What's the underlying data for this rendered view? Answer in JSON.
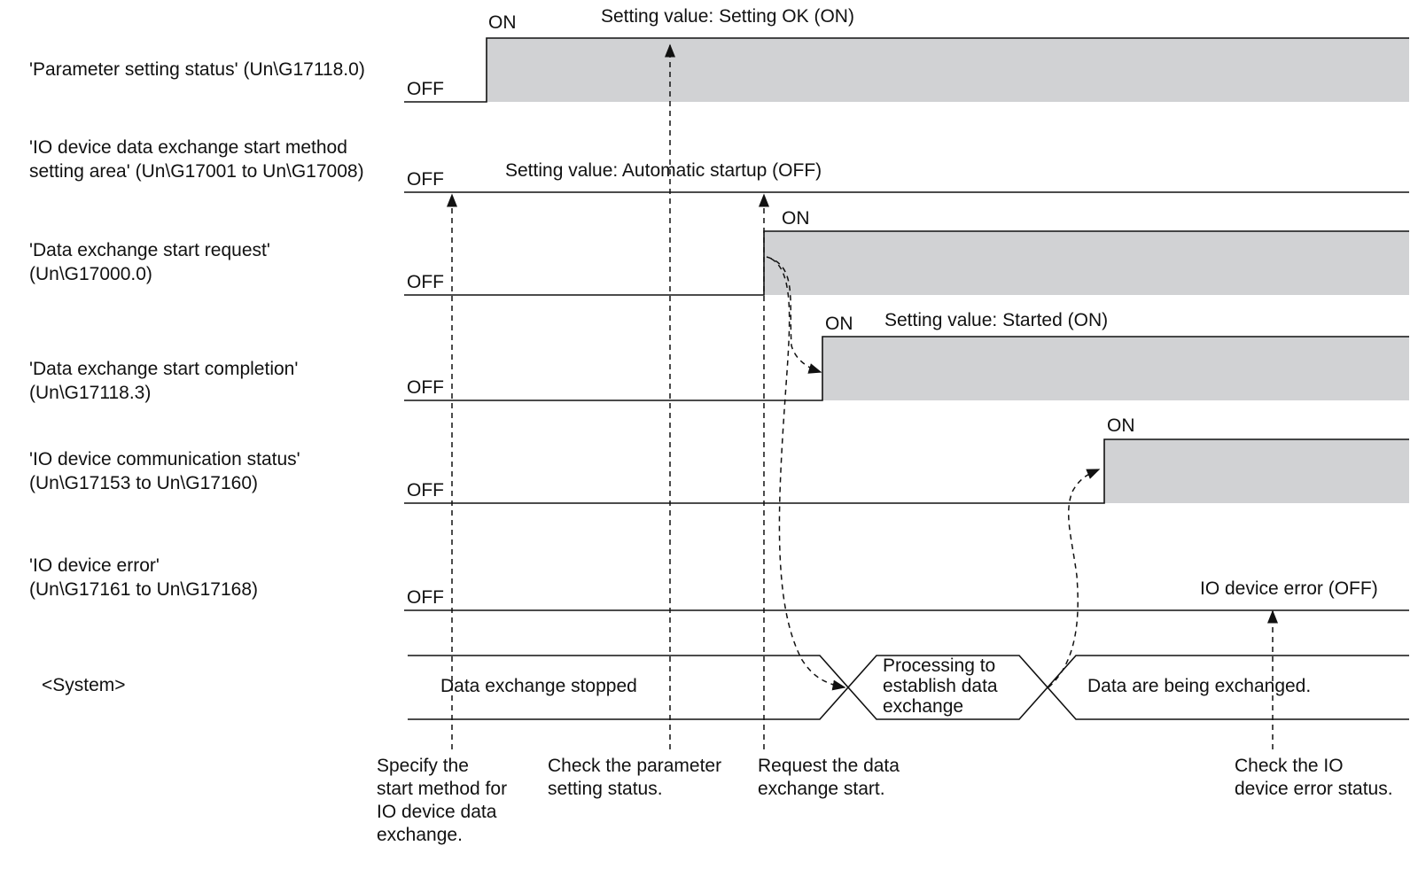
{
  "signals": [
    {
      "label": "'Parameter setting status' (Un\\G17118.0)"
    },
    {
      "label": "'IO device data exchange start method\nsetting area' (Un\\G17001 to Un\\G17008)"
    },
    {
      "label": "'Data exchange start request'\n(Un\\G17000.0)"
    },
    {
      "label": "'Data exchange start completion'\n(Un\\G17118.3)"
    },
    {
      "label": "'IO device communication status'\n(Un\\G17153 to Un\\G17160)"
    },
    {
      "label": "'IO device error'\n(Un\\G17161 to Un\\G17168)"
    }
  ],
  "system_label": "<System>",
  "state_off": "OFF",
  "state_on": "ON",
  "annotations": {
    "setting_ok": "Setting value: Setting OK (ON)",
    "automatic_startup": "Setting value: Automatic startup (OFF)",
    "started": "Setting value: Started (ON)",
    "io_device_error_off": "IO device error (OFF)"
  },
  "system_states": {
    "stopped": "Data exchange stopped",
    "processing": "Processing to\nestablish data\nexchange",
    "exchanging": "Data are being exchanged."
  },
  "steps": {
    "specify": "Specify the\nstart method for\nIO device data\nexchange.",
    "check_param": "Check the parameter\nsetting status.",
    "request": "Request the data\nexchange start.",
    "check_error": "Check the IO\ndevice error status."
  },
  "colors": {
    "fill": "#d1d2d4",
    "line": "#111111"
  }
}
